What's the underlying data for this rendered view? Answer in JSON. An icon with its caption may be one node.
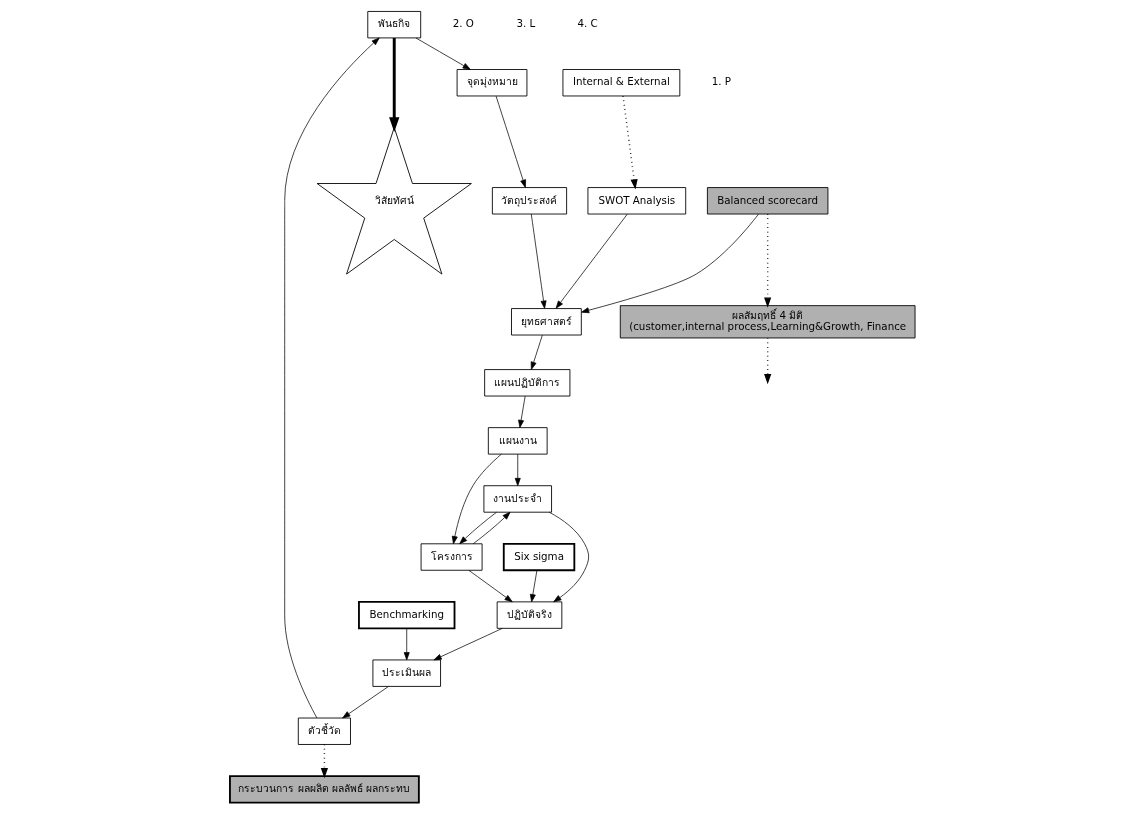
{
  "diagram": {
    "nodes": [
      {
        "text": [
          "วิสัยทัศน์"
        ]
      },
      {
        "text": [
          "พันธกิจ"
        ]
      },
      {
        "text": [
          "จุดมุ่งหมาย"
        ]
      },
      {
        "text": [
          "วัตถุประสงค์"
        ]
      },
      {
        "text": [
          "SWOT Analysis"
        ]
      },
      {
        "text": [
          "Internal & External"
        ]
      },
      {
        "text": [
          "ยุทธศาสตร์"
        ]
      },
      {
        "text": [
          "แผนปฏิบัติการ"
        ]
      },
      {
        "text": [
          "Balanced scorecard"
        ]
      },
      {
        "text": [
          "ผลสัมฤทธิ์ 4 มิติ",
          "(customer,internal process,Learning&Growth, Finance"
        ]
      },
      {
        "text": [
          "ตัวชี้วัด"
        ]
      },
      {
        "text": [
          "ประเมินผล"
        ]
      },
      {
        "text": [
          "ปฏิบัติจริง"
        ]
      },
      {
        "text": [
          "งานประจำ"
        ]
      },
      {
        "text": [
          "โครงการ"
        ]
      },
      {
        "text": [
          "แผนงาน"
        ]
      },
      {
        "text": [
          "กระบวนการ ผลผลิต ผลลัพธ์ ผลกระทบ"
        ]
      },
      {
        "text": [
          "Six sigma"
        ]
      },
      {
        "text": [
          "Benchmarking"
        ]
      }
    ],
    "edges": [
      {
        "from": 1,
        "to": 0,
        "arrow": "to",
        "style": "thick"
      },
      {
        "from": 1,
        "to": 2,
        "arrow": "to"
      },
      {
        "from": 2,
        "to": 3,
        "arrow": "to"
      },
      {
        "from": 3,
        "to": 6,
        "arrow": "to"
      },
      {
        "from": 4,
        "to": 6,
        "arrow": "to"
      },
      {
        "from": 5,
        "to": 4,
        "arrow": "to",
        "style": "dashed"
      },
      {
        "from": 6,
        "to": 7,
        "arrow": "to"
      },
      {
        "from": 8,
        "to": 6,
        "arrow": "to"
      },
      {
        "from": 7,
        "to": 15,
        "arrow": "to"
      },
      {
        "from": 8,
        "to": 9,
        "arrow": "to",
        "style": "dashed"
      },
      {
        "from": 9,
        "to": null,
        "arrow": "to",
        "style": "dashed"
      },
      {
        "from": 15,
        "to": 13,
        "arrow": "to"
      },
      {
        "from": 15,
        "to": 14,
        "arrow": "to"
      },
      {
        "from": 13,
        "to": 14,
        "arrow": "to"
      },
      {
        "from": 14,
        "to": 13,
        "arrow": "to"
      },
      {
        "from": 13,
        "to": 12,
        "arrow": "to"
      },
      {
        "from": 14,
        "to": 12,
        "arrow": "to"
      },
      {
        "from": 17,
        "to": 12,
        "arrow": "to"
      },
      {
        "from": 12,
        "to": 11,
        "arrow": "to"
      },
      {
        "from": 18,
        "to": 11,
        "arrow": "to"
      },
      {
        "from": 11,
        "to": 10,
        "arrow": "to"
      },
      {
        "from": 10,
        "to": 1,
        "arrow": "to"
      },
      {
        "from": 10,
        "to": 16,
        "arrow": "to",
        "style": "dashed"
      }
    ],
    "labels": [
      "1. P",
      "2. O",
      "3. L",
      "4. C"
    ]
  }
}
